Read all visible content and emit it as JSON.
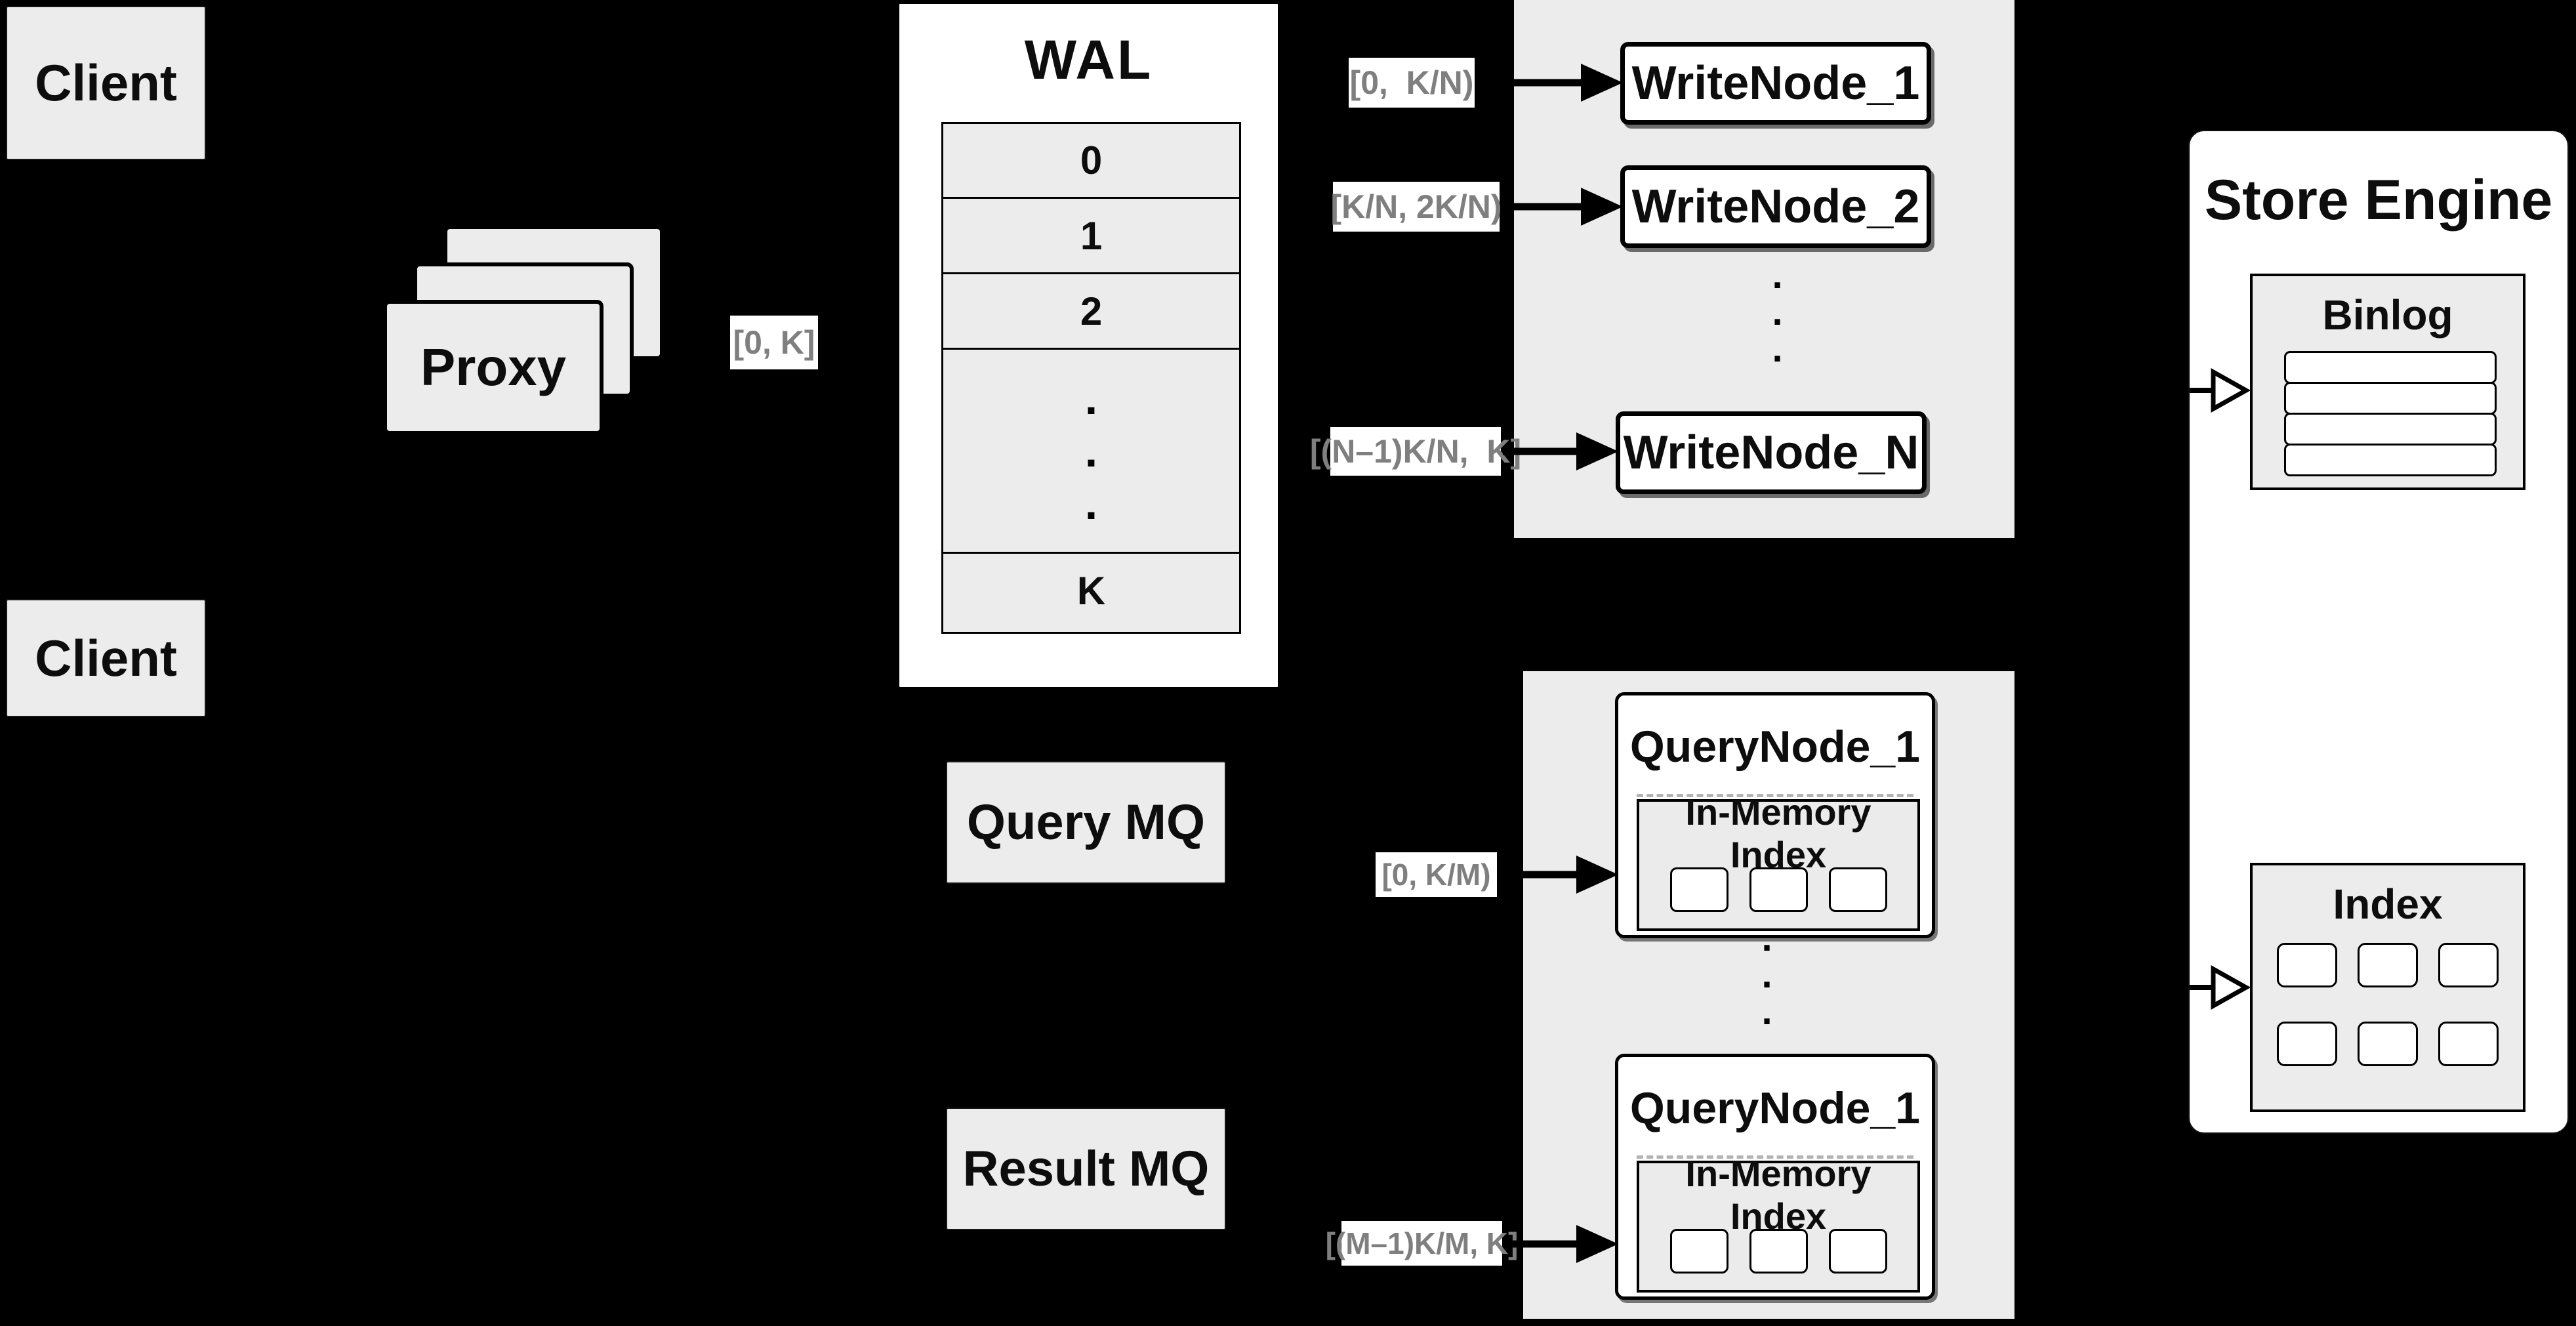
{
  "clients": {
    "top": "Client",
    "bottom": "Client"
  },
  "proxy": {
    "label": "Proxy"
  },
  "edge_labels": {
    "client_range": "[0, K]",
    "write_1": "[0,  K/N)",
    "write_2": "[K/N, 2K/N)",
    "write_n": "[(N–1)K/N,  K]",
    "query_1": "[0, K/M)",
    "query_2": "[(M–1)K/M, K]"
  },
  "wal": {
    "title": "WAL",
    "rows": [
      "0",
      "1",
      "2"
    ],
    "ellipsis": ".\n.\n.",
    "last_row": "K"
  },
  "write_group": {
    "nodes": [
      "WriteNode_1",
      "WriteNode_2",
      "WriteNode_N"
    ],
    "ellipsis": ".\n.\n."
  },
  "mq": {
    "query": "Query MQ",
    "result": "Result MQ"
  },
  "query_group": {
    "ellipsis": ".\n.\n.",
    "nodes": [
      {
        "title": "QueryNode_1",
        "inner_title": "In-Memory Index"
      },
      {
        "title": "QueryNode_1",
        "inner_title": "In-Memory Index"
      }
    ]
  },
  "store": {
    "title": "Store Engine",
    "binlog": "Binlog",
    "index": "Index"
  },
  "colors": {
    "background": "#000000",
    "panel_gray": "#ececec",
    "node_white": "#ffffff",
    "line_black": "#000000",
    "muted_label_text": "#7f7f7f",
    "dashed_divider": "#b3b3b3"
  }
}
